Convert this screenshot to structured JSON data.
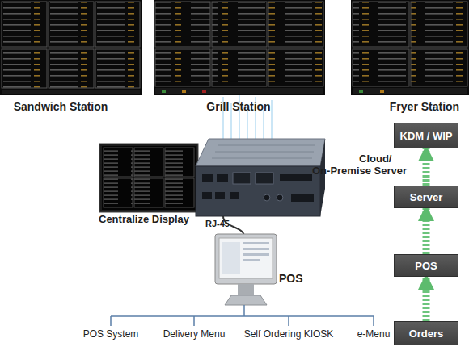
{
  "diagram": {
    "nodes": [
      {
        "text": [
          "KDM / WIP"
        ]
      },
      {
        "text": [
          "Server"
        ]
      },
      {
        "text": [
          "POS"
        ]
      },
      {
        "text": [
          "Orders"
        ]
      }
    ],
    "edges": [
      {
        "from": 3,
        "to": 2,
        "arrow": "to"
      },
      {
        "from": 2,
        "to": 1,
        "arrow": "to"
      },
      {
        "from": 1,
        "to": 0,
        "arrow": "to"
      }
    ],
    "labels": [
      "Sandwich Station",
      "Grill Station",
      "Fryer Station",
      "Centralize Display",
      "Cloud/ On-Premise Server",
      "RJ-45",
      "POS",
      "POS System",
      "Delivery Menu",
      "Self Ordering KIOSK",
      "e-Menu"
    ]
  }
}
